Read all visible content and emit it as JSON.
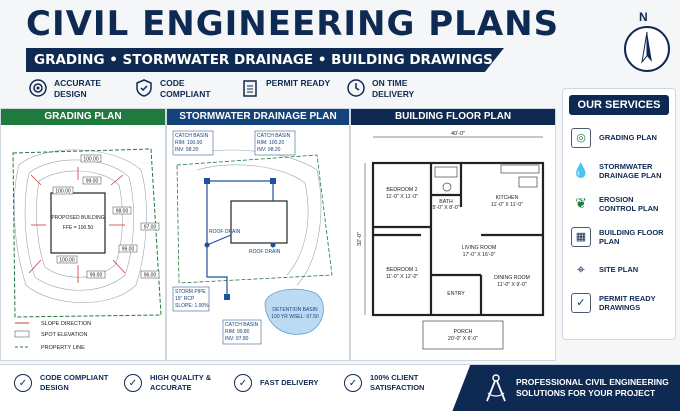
{
  "header": {
    "title": "CIVIL ENGINEERING PLANS",
    "subtitle": "GRADING • STORMWATER DRAINAGE • BUILDING DRAWINGS",
    "compass_letter": "N"
  },
  "features": [
    {
      "label": "ACCURATE DESIGN",
      "icon": "target-icon"
    },
    {
      "label": "CODE COMPLIANT",
      "icon": "shield-icon"
    },
    {
      "label": "PERMIT READY",
      "icon": "checklist-icon"
    },
    {
      "label": "ON TIME DELIVERY",
      "icon": "clock-icon"
    }
  ],
  "panels": {
    "grading": {
      "title": "GRADING PLAN",
      "building_label": "PROPOSED BUILDING",
      "ffe": "FFE = 100.50",
      "elevations": [
        "100.00",
        "100.00",
        "99.00",
        "98.00",
        "97.00",
        "96.00",
        "99.00",
        "99.00",
        "100.00"
      ],
      "legend": [
        "SLOPE DIRECTION",
        "SPOT ELEVATION",
        "PROPERTY LINE"
      ]
    },
    "storm": {
      "title": "STORMWATER DRAINAGE PLAN",
      "catch_basin_1": {
        "title": "CATCH BASIN",
        "rim": "RIM: 100.00",
        "inv": "INV: 98.20"
      },
      "catch_basin_2": {
        "title": "CATCH BASIN",
        "rim": "RIM: 100.20",
        "inv": "INV: 98.20"
      },
      "catch_basin_3": {
        "title": "CATCH BASIN",
        "rim": "RIM: 99.80",
        "inv": "INV: 97.80"
      },
      "roof_drain_1": "ROOF DRAIN",
      "roof_drain_2": "ROOF DRAIN",
      "storm_pipe": {
        "title": "STORM PIPE",
        "size": "15\" RCP",
        "slope": "SLOPE: 1.00%"
      },
      "pond": {
        "title": "DETENTION BASIN",
        "detail": "100 YR WSEL: 97.50"
      }
    },
    "floor": {
      "title": "BUILDING FLOOR PLAN",
      "width_dim": "40'-0\"",
      "depth_dim": "32'-0\"",
      "rooms": {
        "bed2": {
          "name": "BEDROOM 2",
          "size": "11'-0\" X 11'-0\""
        },
        "bath": {
          "name": "BATH",
          "size": "5'-0\" X 8'-0\""
        },
        "kitchen": {
          "name": "KITCHEN",
          "size": "11'-0\" X 11'-0\""
        },
        "living": {
          "name": "LIVING ROOM",
          "size": "17'-0\" X 16'-0\""
        },
        "bed1": {
          "name": "BEDROOM 1",
          "size": "11'-0\" X 12'-0\""
        },
        "dining": {
          "name": "DINING ROOM",
          "size": "11'-0\" X 9'-0\""
        },
        "entry": {
          "name": "ENTRY",
          "size": ""
        },
        "porch": {
          "name": "PORCH",
          "size": "20'-0\" X 6'-0\""
        }
      }
    }
  },
  "services": {
    "title": "OUR SERVICES",
    "items": [
      {
        "label": "GRADING PLAN",
        "icon": "contour-icon"
      },
      {
        "label": "STORMWATER DRAINAGE PLAN",
        "icon": "water-drop-icon"
      },
      {
        "label": "EROSION CONTROL PLAN",
        "icon": "plant-icon"
      },
      {
        "label": "BUILDING FLOOR PLAN",
        "icon": "floorplan-icon"
      },
      {
        "label": "SITE PLAN",
        "icon": "map-pin-icon"
      },
      {
        "label": "PERMIT READY DRAWINGS",
        "icon": "clipboard-icon"
      }
    ]
  },
  "footer": {
    "items": [
      "CODE COMPLIANT DESIGN",
      "HIGH QUALITY & ACCURATE",
      "FAST DELIVERY",
      "100% CLIENT SATISFACTION"
    ],
    "cta_line1": "PROFESSIONAL CIVIL ENGINEERING",
    "cta_line2": "SOLUTIONS FOR YOUR PROJECT"
  },
  "colors": {
    "navy": "#0f2a52",
    "green": "#1f7a3e",
    "blue": "#14427a",
    "accent_red": "#d23a3a",
    "water_blue": "#8fc3ea"
  }
}
